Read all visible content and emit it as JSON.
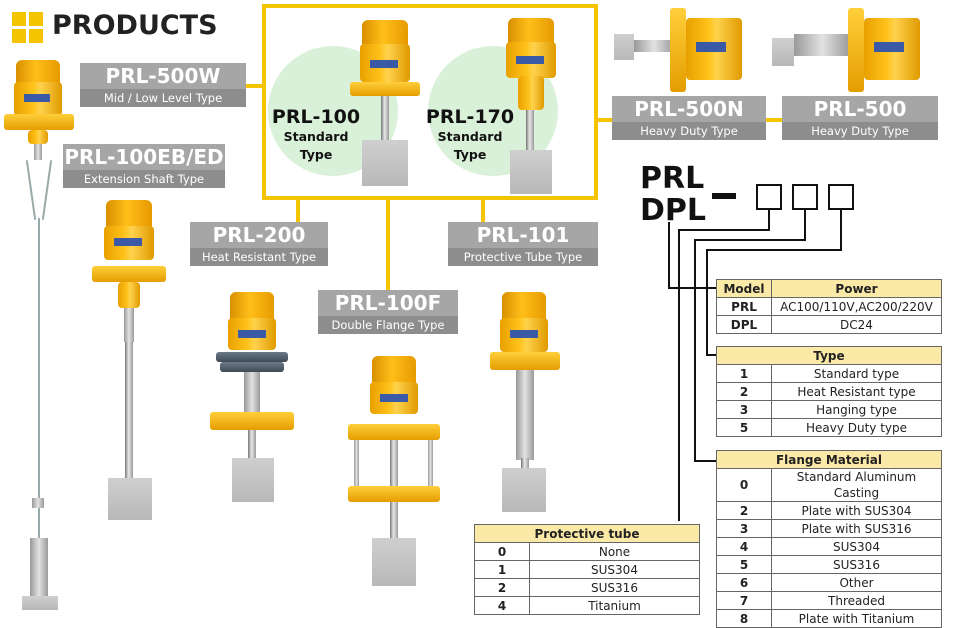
{
  "header": {
    "title": "PRODUCTS"
  },
  "labels": {
    "prl500w": {
      "model": "PRL-500W",
      "type": "Mid / Low Level Type"
    },
    "prl100eb": {
      "model": "PRL-100EB/ED",
      "type": "Extension Shaft Type"
    },
    "prl200": {
      "model": "PRL-200",
      "type": "Heat Resistant Type"
    },
    "prl101": {
      "model": "PRL-101",
      "type": "Protective Tube Type"
    },
    "prl100f": {
      "model": "PRL-100F",
      "type": "Double Flange Type"
    },
    "prl500n": {
      "model": "PRL-500N",
      "type": "Heavy Duty Type"
    },
    "prl500": {
      "model": "PRL-500",
      "type": "Heavy Duty Type"
    }
  },
  "featured": [
    {
      "model": "PRL-100",
      "type": "Standard Type"
    },
    {
      "model": "PRL-170",
      "type": "Standard Type"
    }
  ],
  "model_code": {
    "line1": "PRL",
    "line2": "DPL",
    "dash": "–"
  },
  "tables": {
    "model_power": {
      "headers": [
        "Model",
        "Power"
      ],
      "rows": [
        [
          "PRL",
          "AC100/110V,AC200/220V"
        ],
        [
          "DPL",
          "DC24"
        ]
      ]
    },
    "type": {
      "title": "Type",
      "rows": [
        [
          "1",
          "Standard type"
        ],
        [
          "2",
          "Heat Resistant type"
        ],
        [
          "3",
          "Hanging type"
        ],
        [
          "5",
          "Heavy Duty type"
        ]
      ]
    },
    "flange": {
      "title": "Flange Material",
      "rows": [
        [
          "0",
          "Standard Aluminum Casting"
        ],
        [
          "2",
          "Plate with SUS304"
        ],
        [
          "3",
          "Plate with SUS316"
        ],
        [
          "4",
          "SUS304"
        ],
        [
          "5",
          "SUS316"
        ],
        [
          "6",
          "Other"
        ],
        [
          "7",
          "Threaded"
        ],
        [
          "8",
          "Plate with Titanium"
        ]
      ]
    },
    "protective": {
      "title": "Protective tube",
      "rows": [
        [
          "0",
          "None"
        ],
        [
          "1",
          "SUS304"
        ],
        [
          "2",
          "SUS316"
        ],
        [
          "4",
          "Titanium"
        ]
      ]
    }
  },
  "colors": {
    "accent": "#f5c400",
    "label_gray": "#9a9a9a",
    "table_header": "#fbe9a8",
    "circle": "#d9f0d9"
  }
}
